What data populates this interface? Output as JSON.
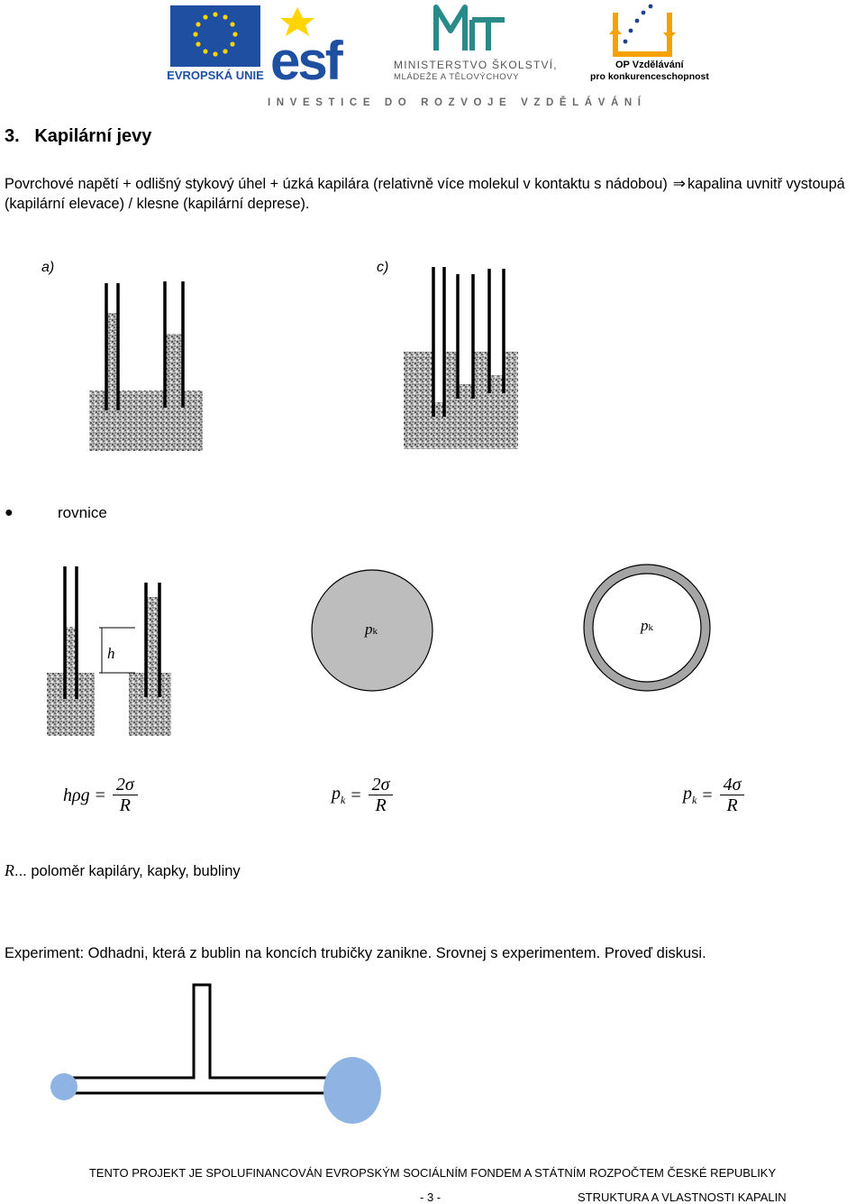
{
  "header": {
    "eu_logo_text": "EVROPSKÁ UNIE",
    "esf_logo_text": "esf",
    "msmt_logo_line1": "MINISTERSTVO ŠKOLSTVÍ,",
    "msmt_logo_line2": "MLÁDEŽE A TĚLOVÝCHOVY",
    "op_logo_line1": "OP Vzdělávání",
    "op_logo_line2": "pro konkurenceschopnost",
    "tagline": "INVESTICE DO ROZVOJE VZDĚLÁVÁNÍ"
  },
  "section": {
    "number": "3.",
    "title": "Kapilární jevy"
  },
  "intro": {
    "part1": "Povrchové napětí + odlišný stykový úhel + úzká kapilára (relativně více molekul v kontaktu s nádobou)",
    "arrow": "⇒",
    "part2": "kapalina uvnitř vystoupá (kapilární elevace) / klesne (kapilární deprese)."
  },
  "figure_labels": {
    "a": "a)",
    "c": "c)"
  },
  "equations": {
    "heading": "rovnice",
    "h_label": "h",
    "pk_label": "p",
    "pk_sub": "k",
    "eq1_lhs": "hρg",
    "eq1_num": "2σ",
    "eq1_den": "R",
    "eq2_lhs": "p",
    "eq2_sub": "k",
    "eq2_num": "2σ",
    "eq2_den": "R",
    "eq3_lhs": "p",
    "eq3_sub": "k",
    "eq3_num": "4σ",
    "eq3_den": "R",
    "eq_sign": "=",
    "r_definition_var": "R",
    "r_definition_text": "... poloměr kapiláry, kapky, bubliny"
  },
  "experiment": {
    "text": "Experiment: Odhadni, která z bublin na koncích trubičky zanikne. Srovnej s experimentem. Proveď diskusi."
  },
  "footer": {
    "line": "TENTO PROJEKT JE SPOLUFINANCOVÁN EVROPSKÝM SOCIÁLNÍM FONDEM A STÁTNÍM ROZPOČTEM ČESKÉ REPUBLIKY",
    "page": "- 3 -",
    "right": "STRUKTURA A VLASTNOSTI KAPALIN"
  },
  "colors": {
    "eu_blue": "#1f4fa0",
    "eu_star": "#ffd400",
    "op_orange": "#f5a100",
    "op_blue": "#1d4289",
    "drop_gray": "#bdbdbd",
    "bubble_blue": "#8fb4e3"
  }
}
